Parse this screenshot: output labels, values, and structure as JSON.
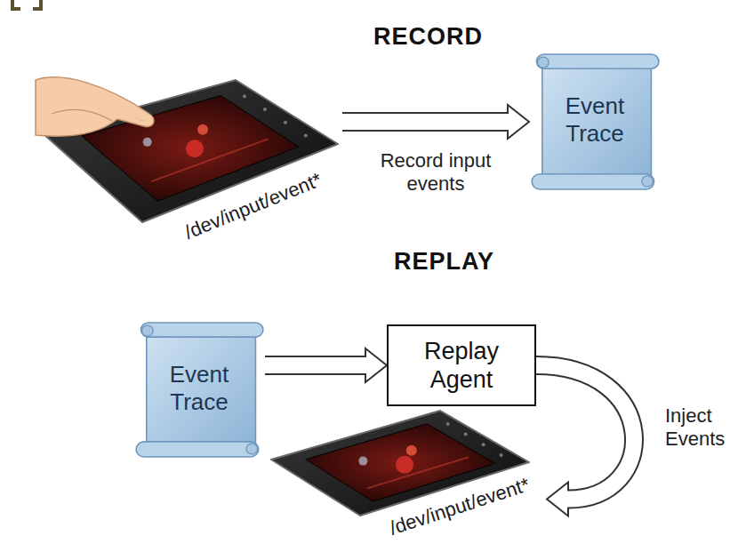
{
  "diagram": {
    "nodes": [
      {
        "text": [
          "/dev/input/event*"
        ]
      },
      {
        "text": [
          "Event Trace"
        ]
      },
      {
        "text": [
          "Event Trace"
        ]
      },
      {
        "text": [
          "Replay Agent"
        ]
      },
      {
        "text": [
          "/dev/input/event*"
        ]
      }
    ],
    "edges": [
      {
        "from": 0,
        "to": 1,
        "label": "Record input events",
        "arrow": "to"
      },
      {
        "from": 2,
        "to": 3,
        "arrow": "to"
      },
      {
        "from": 3,
        "to": 4,
        "label": "Inject Events",
        "arrow": "to"
      }
    ],
    "labels": [
      "RECORD",
      "REPLAY"
    ]
  }
}
